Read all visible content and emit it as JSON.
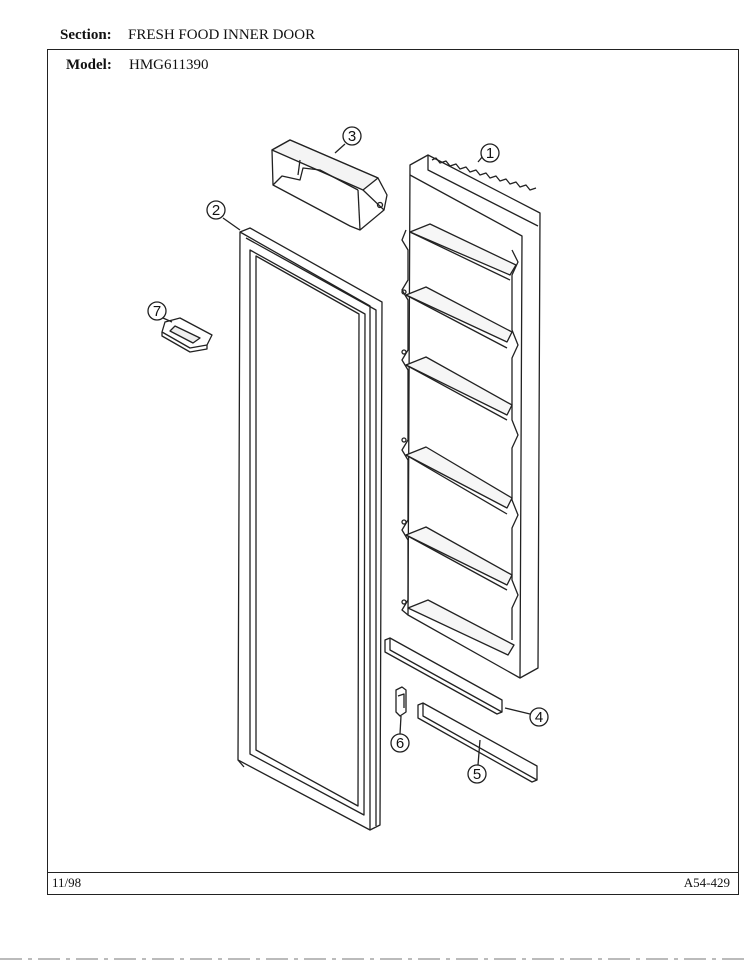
{
  "section": {
    "label": "Section:",
    "value": "FRESH FOOD INNER DOOR"
  },
  "model": {
    "label": "Model:",
    "value": "HMG611390"
  },
  "footer": {
    "date": "11/98",
    "code": "A54-429"
  },
  "callouts": [
    "1",
    "2",
    "3",
    "4",
    "5",
    "6",
    "7"
  ]
}
